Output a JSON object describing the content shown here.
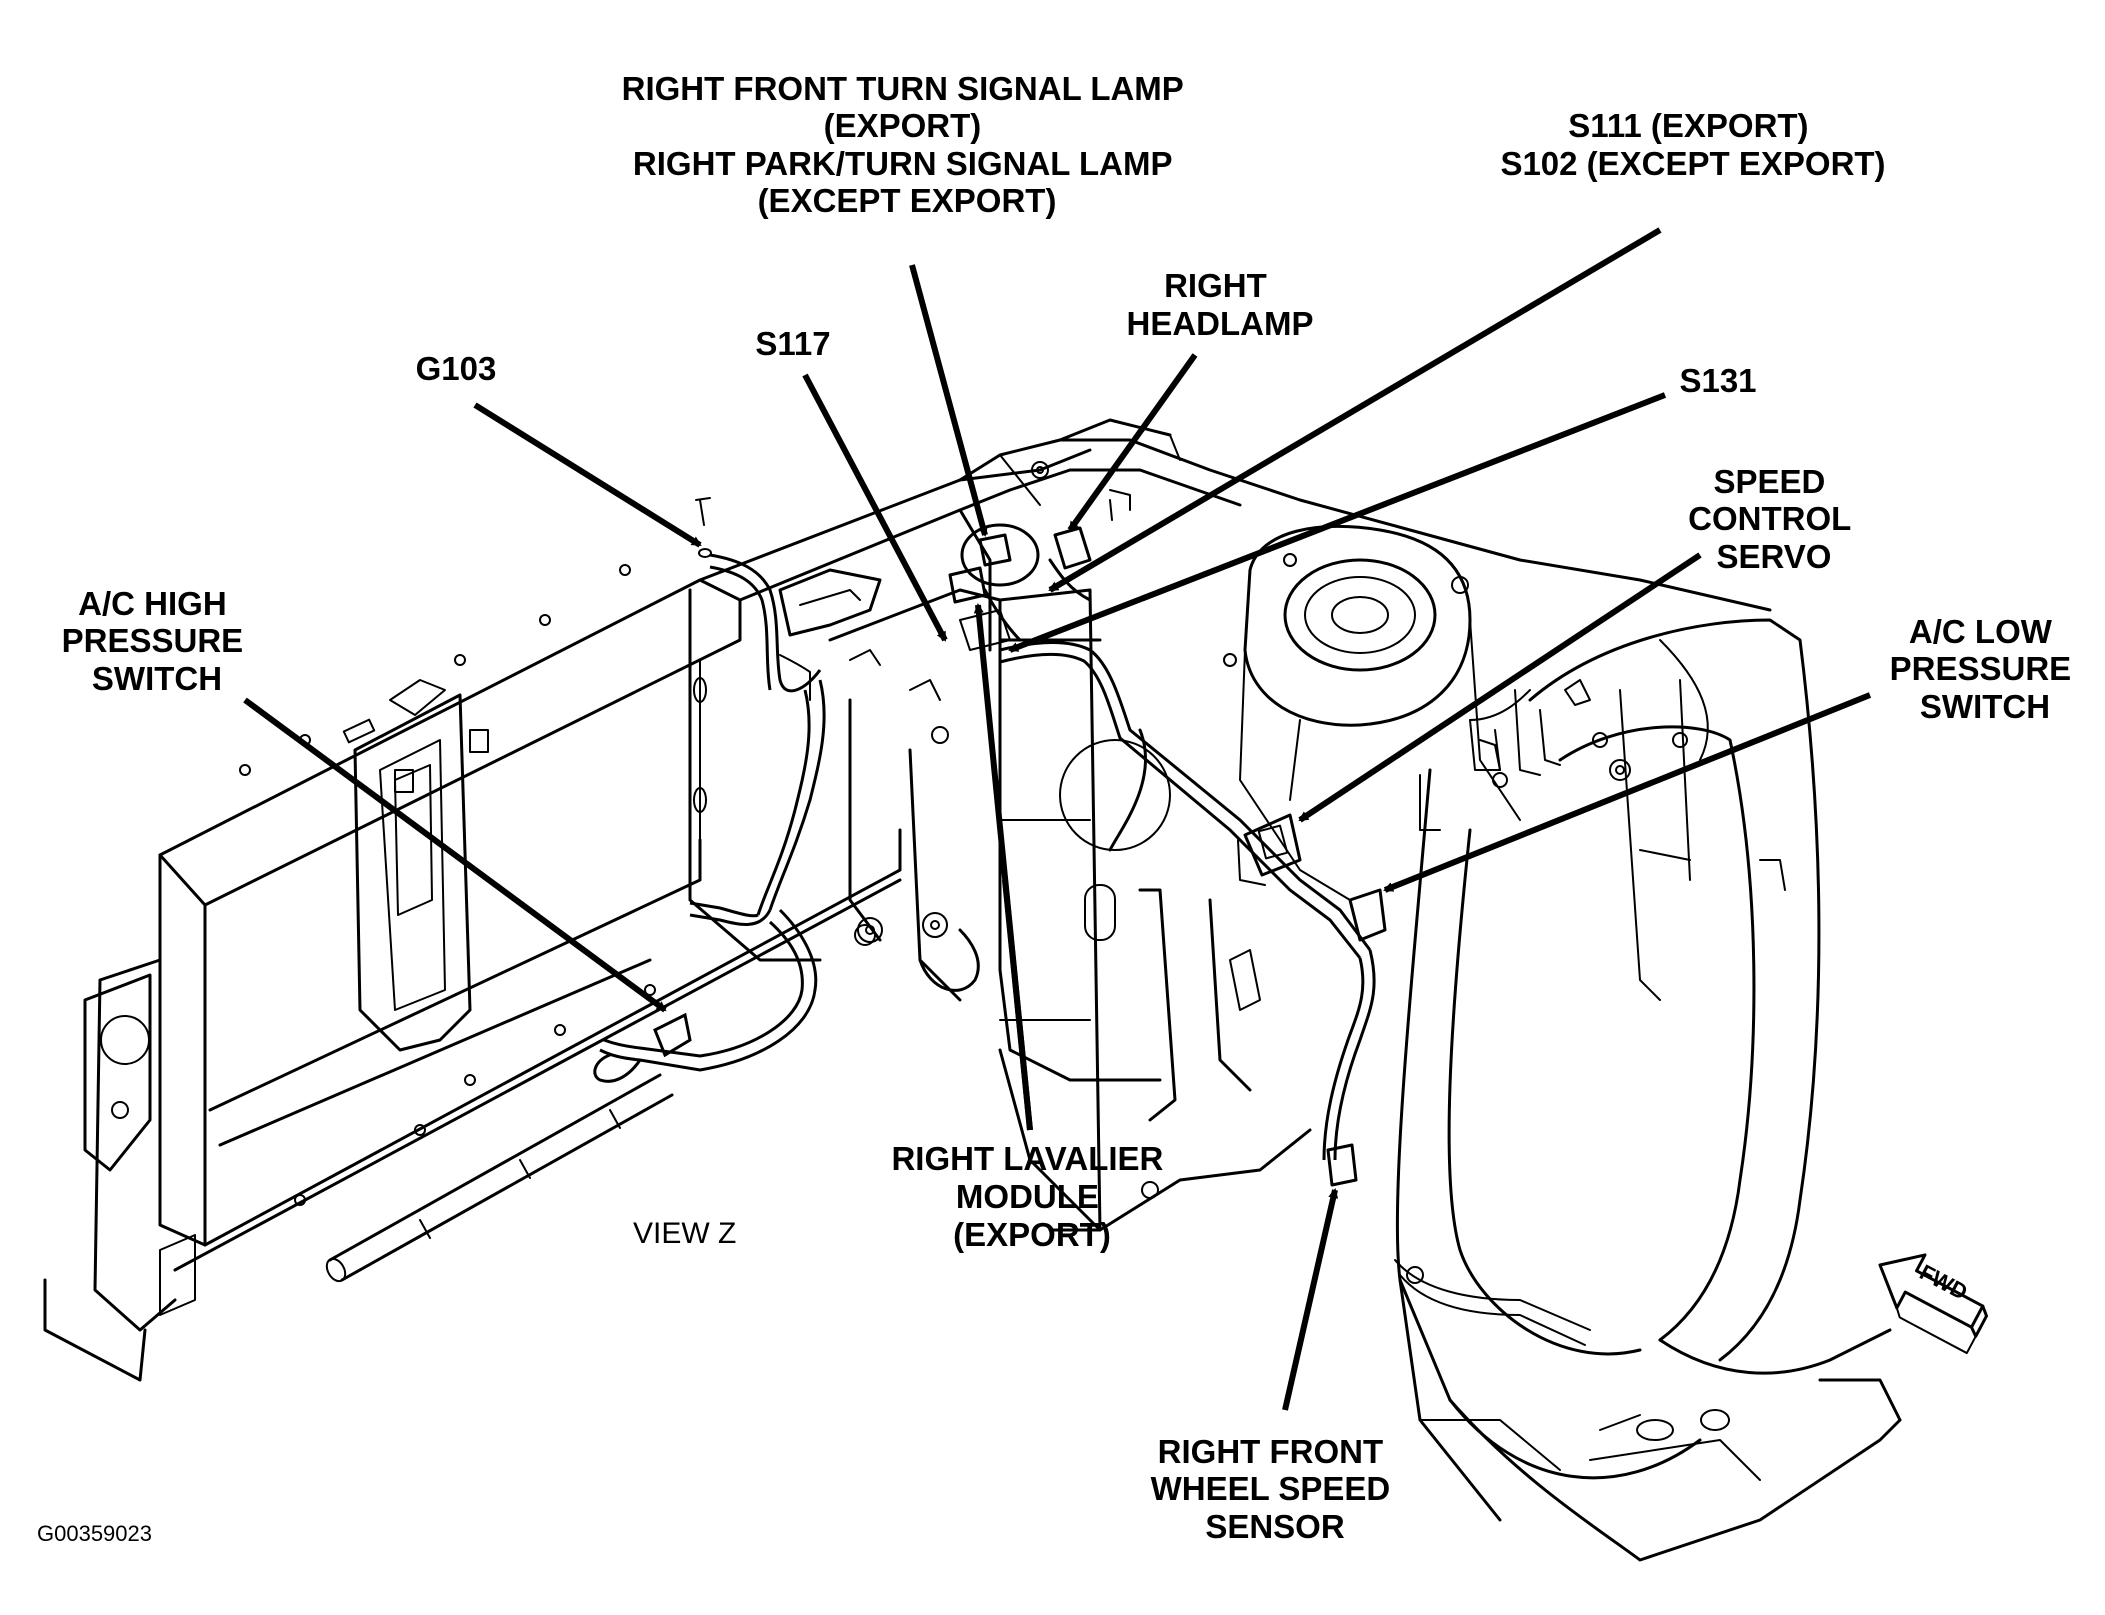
{
  "labels": {
    "turn_signal": [
      "RIGHT FRONT TURN SIGNAL LAMP",
      "(EXPORT)",
      "RIGHT PARK/TURN SIGNAL LAMP",
      "(EXCEPT EXPORT)"
    ],
    "s111": [
      "S111 (EXPORT)",
      "S102 (EXCEPT EXPORT)"
    ],
    "headlamp": [
      "RIGHT",
      "HEADLAMP"
    ],
    "s117": [
      "S117"
    ],
    "g103": [
      "G103"
    ],
    "s131": [
      "S131"
    ],
    "speed_control": [
      "SPEED",
      "CONTROL",
      "SERVO"
    ],
    "ac_high": [
      "A/C HIGH",
      "PRESSURE",
      "SWITCH"
    ],
    "ac_low": [
      "A/C LOW",
      "PRESSURE",
      "SWITCH"
    ],
    "lavalier": [
      "RIGHT LAVALIER",
      "MODULE",
      "(EXPORT)"
    ],
    "wheel_speed": [
      "RIGHT FRONT",
      "WHEEL SPEED",
      "SENSOR"
    ]
  },
  "view_label": "VIEW Z",
  "figure_id": "G00359023",
  "fwd_label": "FWD",
  "icons": {
    "fwd_arrow": "forward-arrow-icon"
  }
}
